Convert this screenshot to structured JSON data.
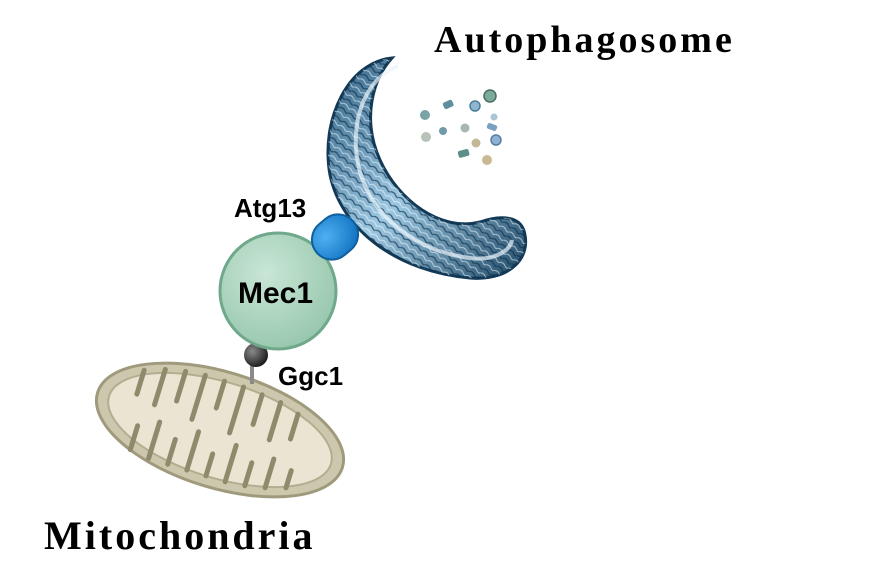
{
  "labels": {
    "autophagosome": "Autophagosome",
    "atg13": "Atg13",
    "mec1": "Mec1",
    "ggc1": "Ggc1",
    "mitochondria": "Mitochondria"
  },
  "colors": {
    "mec1_fill": "#a9d4bc",
    "mec1_stroke": "#6fa88a",
    "atg13_fill": "#1f8fe0",
    "ggc1_fill": "#333333",
    "mito_outer": "#d8d3bd",
    "mito_inner": "#ece8d6",
    "mito_cristae": "#8f8a6c",
    "autophagosome_light": "#cfe6f3",
    "autophagosome_dark": "#1a3f5c",
    "cargo": "#6f9aa8"
  }
}
